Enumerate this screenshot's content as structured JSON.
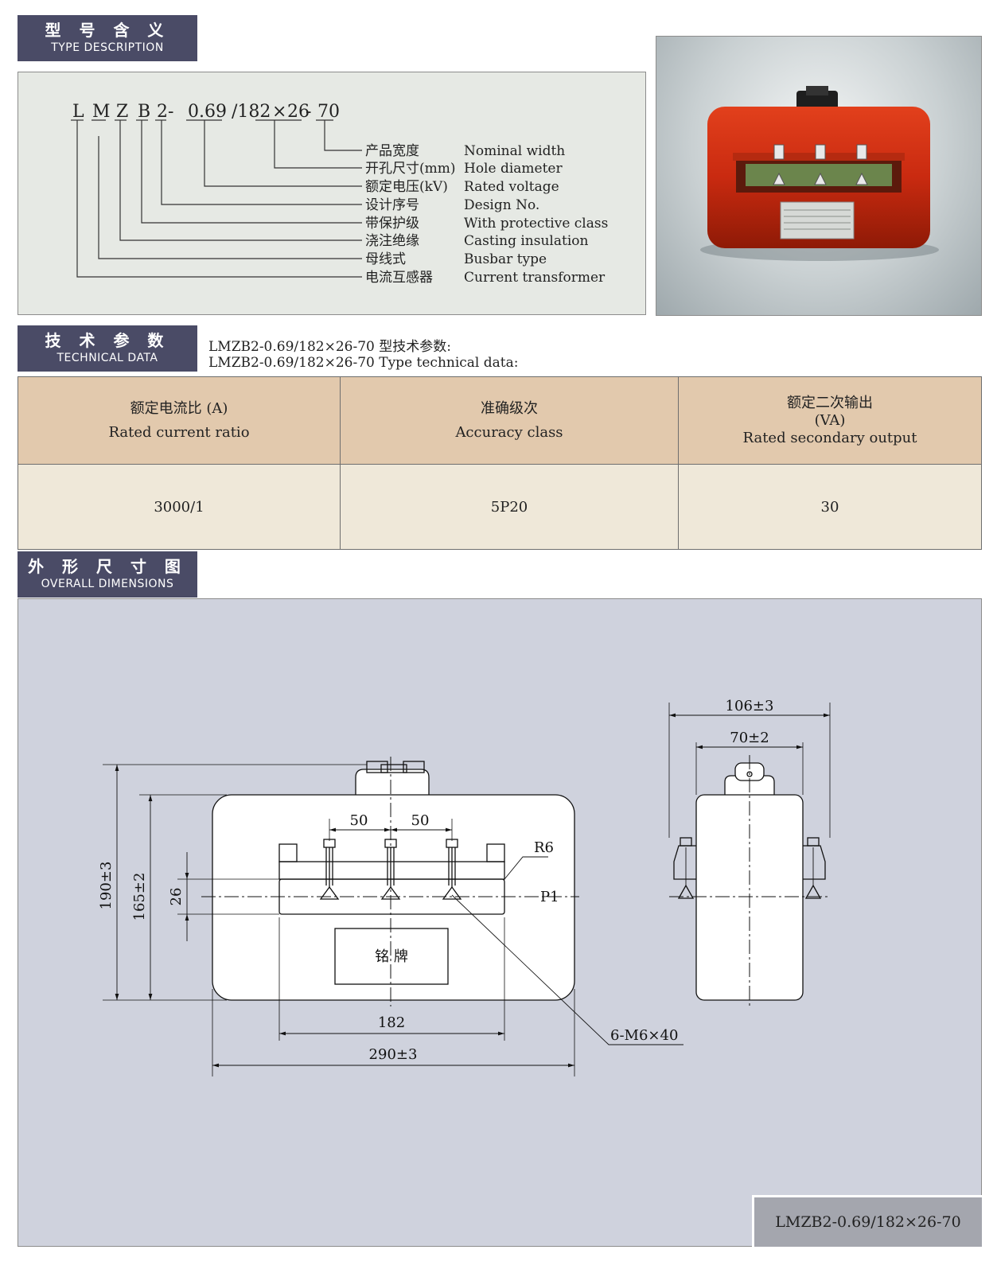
{
  "sections": {
    "type": {
      "cn": "型 号 含 义",
      "en": "TYPE DESCRIPTION"
    },
    "tech": {
      "cn": "技 术 参 数",
      "en": "TECHNICAL DATA"
    },
    "dims": {
      "cn": "外 形 尺 寸 图",
      "en": "OVERALL DIMENSIONS"
    }
  },
  "type_code": {
    "letters": [
      "L",
      "M",
      "Z",
      "B",
      "2-",
      "0.69",
      "/182",
      "×",
      "26",
      "-",
      "70"
    ],
    "items": [
      {
        "cn": "产品宽度",
        "en": "Nominal width"
      },
      {
        "cn": "开孔尺寸(mm)",
        "en": "Hole diameter"
      },
      {
        "cn": "额定电压(kV)",
        "en": "Rated voltage"
      },
      {
        "cn": "设计序号",
        "en": "Design No."
      },
      {
        "cn": "带保护级",
        "en": "With protective class"
      },
      {
        "cn": "浇注绝缘",
        "en": "Casting insulation"
      },
      {
        "cn": "母线式",
        "en": "Busbar type"
      },
      {
        "cn": "电流互感器",
        "en": "Current transformer"
      }
    ]
  },
  "tech": {
    "caption_cn": "LMZB2-0.69/182×26-70 型技术参数:",
    "caption_en": "LMZB2-0.69/182×26-70 Type technical data:",
    "headers": [
      {
        "cn": "额定电流比 (A)",
        "en": "Rated current ratio"
      },
      {
        "cn": "准确级次",
        "en": "Accuracy class"
      },
      {
        "cn": "额定二次输出",
        "unit": "(VA)",
        "en": "Rated secondary output"
      }
    ],
    "values": [
      "3000/1",
      "5P20",
      "30"
    ]
  },
  "drawing": {
    "dim_190": "190±3",
    "dim_165": "165±2",
    "dim_26": "26",
    "dim_50_left": "50",
    "dim_50_right": "50",
    "dim_r6": "R6",
    "label_p1": "P1",
    "nameplate": "铭 牌",
    "dim_182": "182",
    "dim_290": "290±3",
    "bolt_spec": "6-M6×40",
    "dim_106": "106±3",
    "dim_70": "70±2"
  },
  "model": "LMZB2-0.69/182×26-70"
}
